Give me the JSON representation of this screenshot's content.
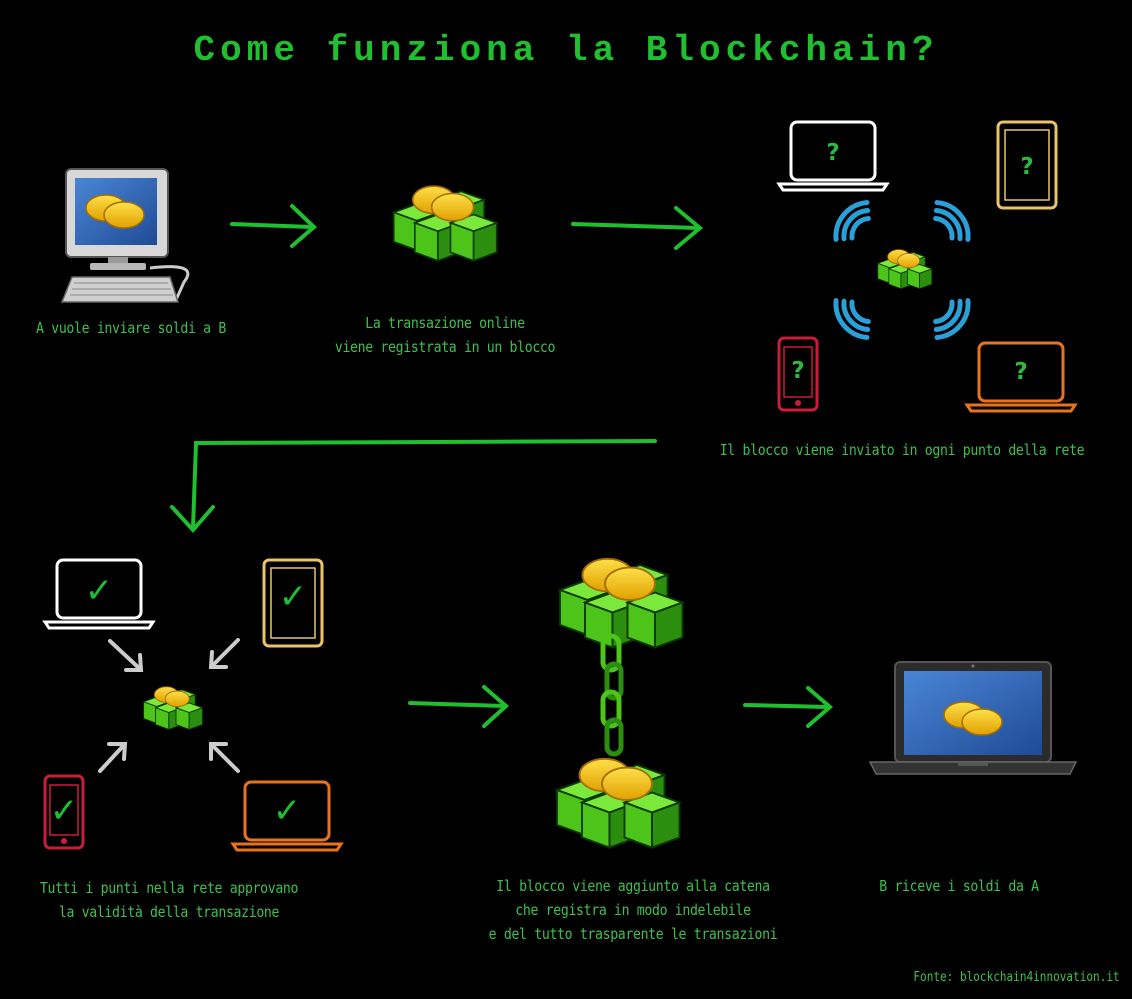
{
  "title": "Come funziona la Blockchain?",
  "captions": {
    "step1": "A vuole inviare soldi a B",
    "step2_line1": "La transazione online",
    "step2_line2": "viene registrata in un blocco",
    "step3": "Il blocco viene inviato in ogni punto della rete",
    "step4_line1": "Tutti i punti nella rete approvano",
    "step4_line2": "la validità della transazione",
    "step5_line1": "Il blocco viene aggiunto alla catena",
    "step5_line2": "che registra in modo indelebile",
    "step5_line3": "e del tutto trasparente le transazioni",
    "step6": "B riceve i soldi da A"
  },
  "source": "Fonte: blockchain4innovation.it",
  "symbols": {
    "unverified": "?",
    "verified": "✓"
  },
  "icons": [
    "desktop-computer-icon",
    "block-icon",
    "laptop-icon",
    "tablet-icon",
    "smartphone-icon",
    "wifi-signal-icon",
    "arrow-icon",
    "chain-icon",
    "coins-icon"
  ],
  "colors": {
    "text_green": "#3ec04e",
    "title_green": "#1fbf2f",
    "block_green": "#52d41a",
    "coin_gold": "#f5b800",
    "signal_blue": "#2a9fd8",
    "device_white": "#ffffff",
    "device_yellow": "#e9c46a",
    "device_red": "#c81e3a",
    "device_orange": "#e8731e",
    "screen_blue": "#2f5fb0"
  }
}
